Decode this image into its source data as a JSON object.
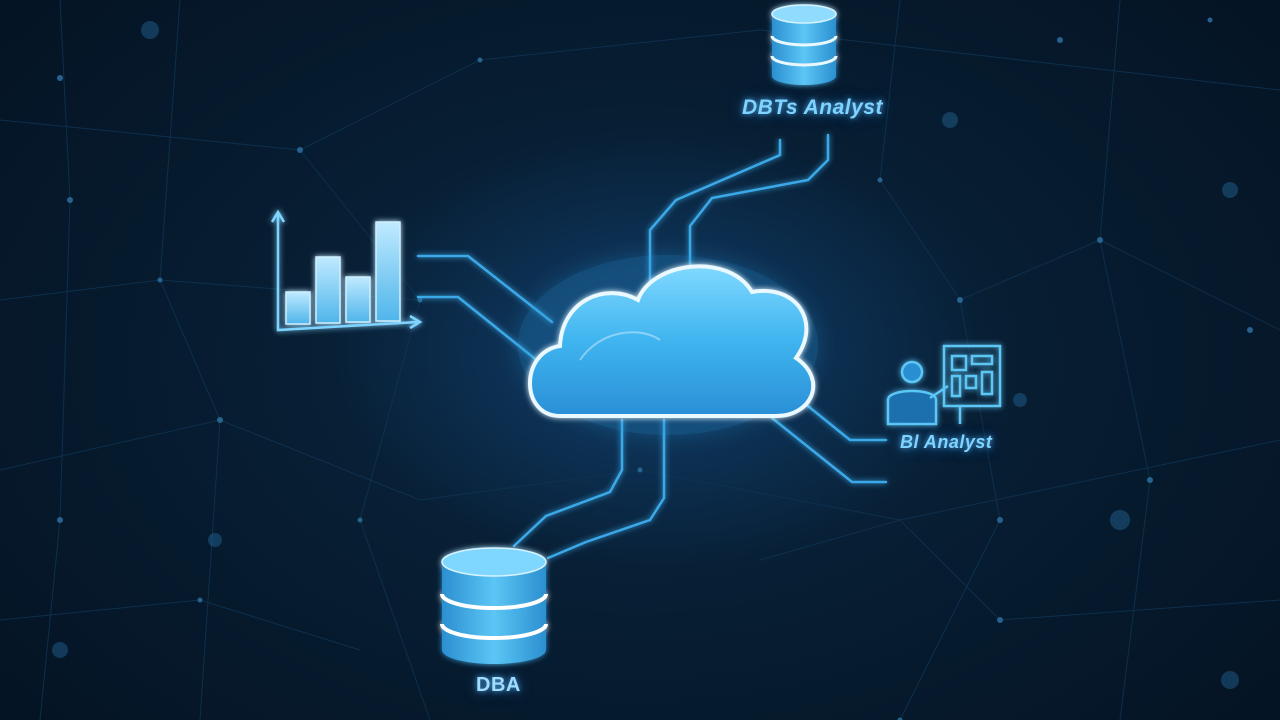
{
  "diagram": {
    "nodes": {
      "top_database": {
        "label": "DBTs Analyst",
        "icon": "database-icon"
      },
      "left_chart": {
        "icon": "bar-chart-icon"
      },
      "center_cloud": {
        "icon": "cloud-icon"
      },
      "right_analyst": {
        "label": "Bl Analyst",
        "icon": "presenter-dashboard-icon"
      },
      "bottom_database": {
        "label": "DBA",
        "icon": "database-icon"
      }
    },
    "colors": {
      "background": "#05182a",
      "accent": "#3fb6ff",
      "cloud_fill": "#4cc3f5",
      "line": "#3aa9e8"
    }
  }
}
